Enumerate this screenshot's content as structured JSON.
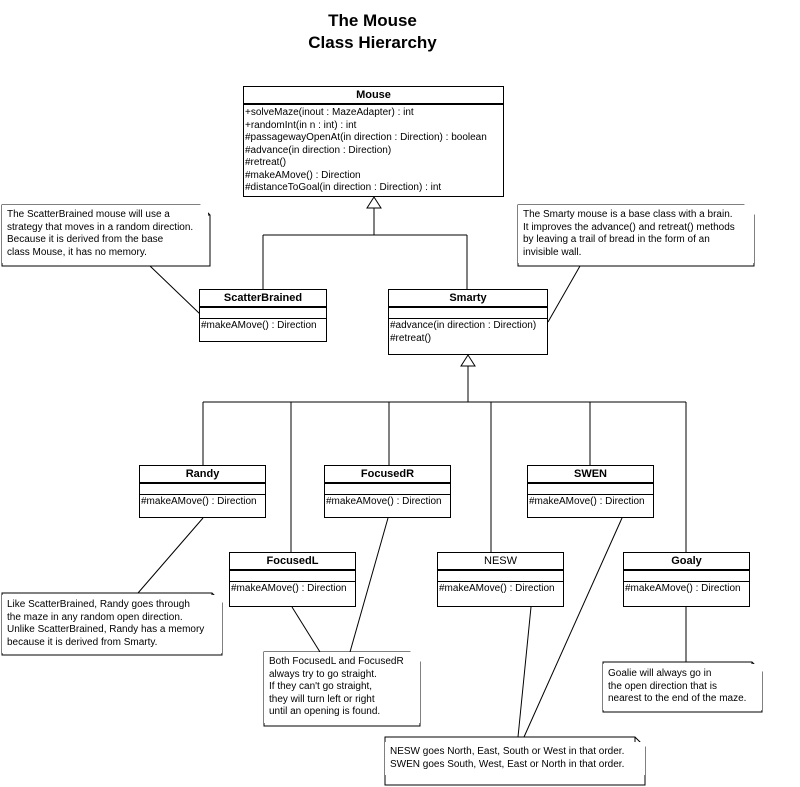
{
  "title": [
    "The Mouse",
    "Class Hierarchy"
  ],
  "classes": {
    "mouse": {
      "name": "Mouse",
      "operations": [
        "+solveMaze(inout  : MazeAdapter) : int",
        "+randomInt(in n : int) : int",
        "#passagewayOpenAt(in direction : Direction) : boolean",
        "#advance(in direction : Direction)",
        "#retreat()",
        "#makeAMove() : Direction",
        "#distanceToGoal(in direction : Direction) : int"
      ]
    },
    "scatterbrained": {
      "name": "ScatterBrained",
      "operations": [
        "#makeAMove() : Direction"
      ]
    },
    "smarty": {
      "name": "Smarty",
      "operations": [
        "#advance(in direction : Direction)",
        "#retreat()"
      ]
    },
    "randy": {
      "name": "Randy",
      "operations": [
        "#makeAMove() : Direction"
      ]
    },
    "focusedr": {
      "name": "FocusedR",
      "operations": [
        "#makeAMove() : Direction"
      ]
    },
    "swen": {
      "name": "SWEN",
      "operations": [
        "#makeAMove() : Direction"
      ]
    },
    "focusedl": {
      "name": "FocusedL",
      "operations": [
        "#makeAMove() : Direction"
      ]
    },
    "nesw": {
      "name": "NESW",
      "operations": [
        "#makeAMove() : Direction"
      ]
    },
    "goaly": {
      "name": "Goaly",
      "operations": [
        "#makeAMove() : Direction"
      ]
    }
  },
  "notes": {
    "scatterbrained": [
      "The ScatterBrained mouse will use a",
      "strategy that moves in a random direction.",
      "Because it is derived from the base",
      "class Mouse, it has no memory."
    ],
    "smarty": [
      "The Smarty mouse is a base class with a brain.",
      "It improves the advance() and retreat() methods",
      "by leaving a trail of bread in the form of an",
      "invisible wall."
    ],
    "randy": [
      "Like ScatterBrained, Randy goes through",
      "the maze in any random open direction.",
      "Unlike ScatterBrained, Randy has a memory",
      "because it is derived from Smarty."
    ],
    "focused": [
      "Both FocusedL and FocusedR",
      "always try to go straight.",
      "If they can't go straight,",
      "they will turn left or right",
      "until an opening is found."
    ],
    "goalie": [
      "Goalie will always go in",
      "the open direction that is",
      "nearest to the end of the maze."
    ],
    "nesw": [
      "NESW goes North, East, South or West in that order.",
      "SWEN goes South, West, East or North in that order."
    ]
  }
}
